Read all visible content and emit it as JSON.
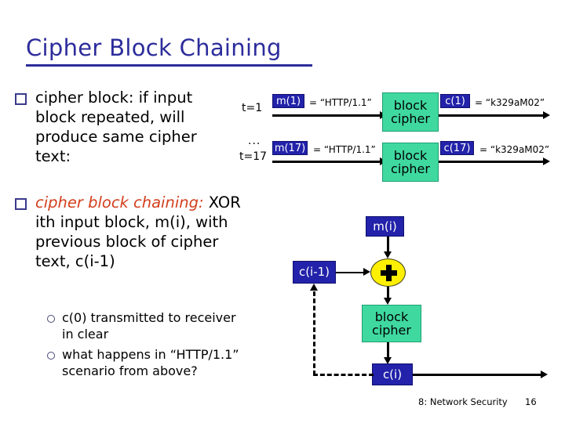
{
  "slide": {
    "title": "Cipher Block Chaining",
    "footer": {
      "section": "8: Network Security",
      "page": "16"
    }
  },
  "bullets": [
    {
      "marker": "square",
      "lead": "",
      "text": "cipher block: if input block repeated, will produce same cipher text:"
    },
    {
      "marker": "square",
      "lead": "cipher block chaining:",
      "text": " XOR ith input block, m(i), with previous block of cipher text, c(i-1)"
    }
  ],
  "sub_bullets": [
    {
      "marker": "circle",
      "text": "c(0) transmitted to receiver in clear"
    },
    {
      "marker": "circle",
      "text": "what happens in “HTTP/1.1” scenario from above?"
    }
  ],
  "ecb_diagram": {
    "ellipsis": "...",
    "rows": [
      {
        "time_label": "t=1",
        "plaintext_box": "m(1)",
        "plaintext_value": "= “HTTP/1.1”",
        "cipher_box": "block cipher",
        "cipher_line1": "block",
        "cipher_line2": "cipher",
        "ciphertext_box": "c(1)",
        "ciphertext_value": "= “k329aM02”"
      },
      {
        "time_label": "t=17",
        "plaintext_box": "m(17)",
        "plaintext_value": "= “HTTP/1.1”",
        "cipher_box": "block cipher",
        "cipher_line1": "block",
        "cipher_line2": "cipher",
        "ciphertext_box": "c(17)",
        "ciphertext_value": "= “k329aM02”"
      }
    ]
  },
  "cbc_diagram": {
    "message_box": "m(i)",
    "prev_cipher_box": "c(i-1)",
    "xor_symbol": "+",
    "block_cipher_line1": "block",
    "block_cipher_line2": "cipher",
    "output_box": "c(i)"
  },
  "colors": {
    "title_blue": "#2c2c9c",
    "box_blue": "#2222aa",
    "box_green": "#3fd9a0",
    "xor_yellow": "#ffef00",
    "highlight_red": "#d2401e",
    "background": "#ffffff"
  }
}
